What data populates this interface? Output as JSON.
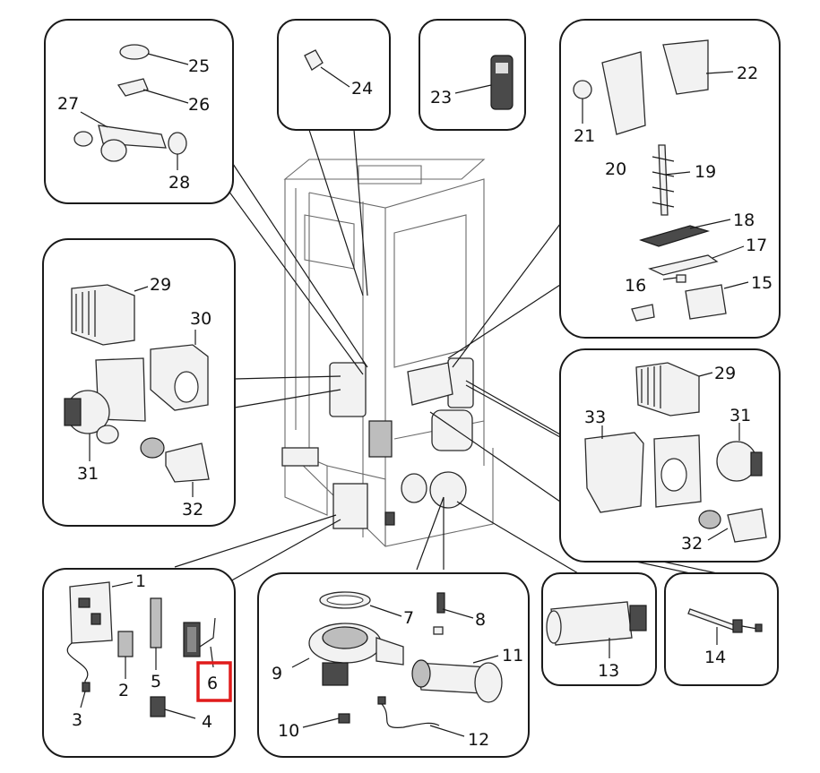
{
  "labels": {
    "p1": "1",
    "p2": "2",
    "p3": "3",
    "p4": "4",
    "p5": "5",
    "p6": "6",
    "p7": "7",
    "p8": "8",
    "p9": "9",
    "p10": "10",
    "p11": "11",
    "p12": "12",
    "p13": "13",
    "p14": "14",
    "p15": "15",
    "p16": "16",
    "p17": "17",
    "p18": "18",
    "p19": "19",
    "p20": "20",
    "p21": "21",
    "p22": "22",
    "p23": "23",
    "p24": "24",
    "p25": "25",
    "p26": "26",
    "p27": "27",
    "p28": "28",
    "p29a": "29",
    "p30": "30",
    "p31a": "31",
    "p32a": "32",
    "p29b": "29",
    "p31b": "31",
    "p32b": "32",
    "p33": "33"
  },
  "highlight": {
    "part": "6",
    "color": "#e01b1b"
  }
}
